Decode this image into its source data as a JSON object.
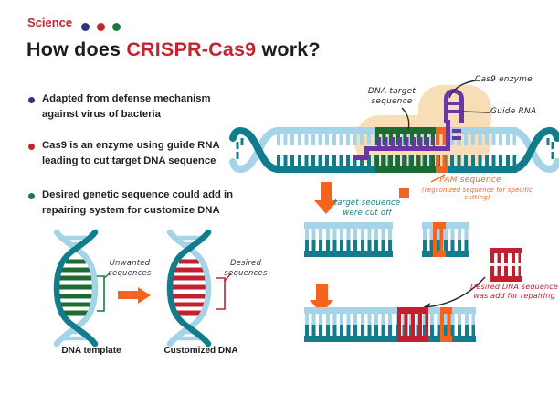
{
  "header": {
    "kicker": "Science",
    "title": {
      "pre": "How does ",
      "highlight": "CRISPR-Cas9",
      "post": " work?"
    }
  },
  "bullets": [
    {
      "text": "Adapted from defense mechanism\nagainst virus of bacteria",
      "dot_color": "#32327e"
    },
    {
      "text": "Cas9 is an enzyme using guide RNA\nleading to cut  target DNA sequence",
      "dot_color": "#c32430"
    },
    {
      "text": "Desired genetic sequence could add in\nrepairing system for customize DNA",
      "dot_color": "#1a7a3e"
    }
  ],
  "diagram": {
    "labels": {
      "cas9_enzyme": "Cas9 enzyme",
      "dna_target": "DNA target\nsequence",
      "guide_rna": "Guide RNA",
      "pam_title": "PAM sequence",
      "pam_sub": "(regconized sequence for specific cutting)",
      "cut_off": "target sequence\nwere cut off",
      "desired_dna": "Desired DNA sequence\nwas add for repairing"
    }
  },
  "bottom": {
    "unwanted": "Unwanted\nsequences",
    "desired": "Desired\nsequences",
    "dna_template": "DNA template",
    "customized_dna": "Customized DNA"
  },
  "colors": {
    "accent_red": "#c32430",
    "navy": "#32327e",
    "green": "#1a7a3e",
    "light_blue": "#a5d3e8",
    "teal": "#117c8c",
    "dark_green": "#1b6b33",
    "orange": "#f4641e",
    "purple": "#6a35a6",
    "tan": "#f8deb7",
    "crimson": "#c2202f"
  }
}
